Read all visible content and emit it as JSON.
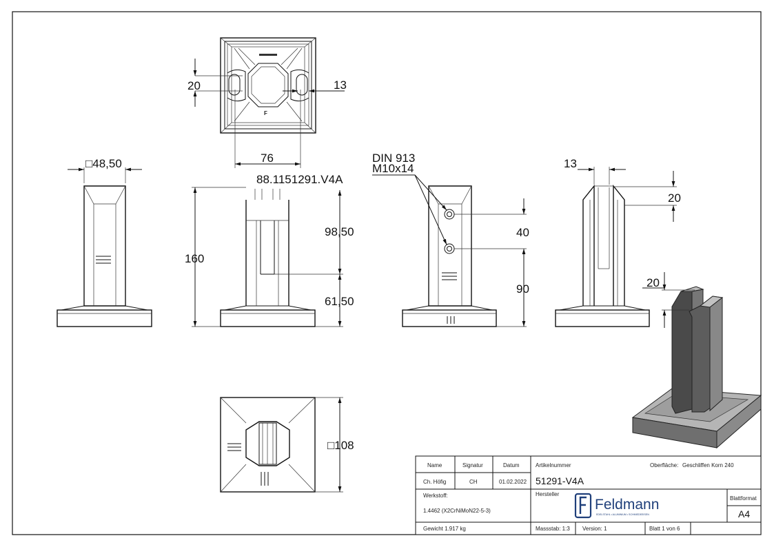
{
  "dimensions": {
    "top_20": "20",
    "top_13": "13",
    "top_76": "76",
    "sq_48": "□48,50",
    "part_marking": "88.1151291.V4A",
    "front_160": "160",
    "front_98": "98,50",
    "front_61": "61,50",
    "screw_line1": "DIN 913",
    "screw_line2": "M10x14",
    "side_40": "40",
    "side_90": "90",
    "right_13": "13",
    "right_20": "20",
    "iso_20": "20",
    "bottom_108": "□108"
  },
  "title_block": {
    "name_h": "Name",
    "signatur_h": "Signatur",
    "datum_h": "Datum",
    "name": "Ch. Höfig",
    "signatur": "CH",
    "datum": "01.02.2022",
    "artikel_h": "Artikelnummer",
    "artikel": "51291-V4A",
    "oberflaeche_label": "Oberfläche:",
    "oberflaeche": "Geschliffen Korn 240",
    "werkstoff_h": "Werkstoff:",
    "werkstoff": "1.4462 (X2CrNiMoN22-5-3)",
    "hersteller_h": "Hersteller",
    "logo_name": "Feldmann",
    "logo_tagline": "EDELSTAHL • ALUMINIUM • SCHMIEDEEISEN",
    "blattformat_h": "Blattformat",
    "blattformat": "A4",
    "gewicht": "Gewicht 1.917 kg",
    "massstab": "Massstab: 1:3",
    "version": "Version: 1",
    "blatt": "Blatt 1 von 6"
  }
}
